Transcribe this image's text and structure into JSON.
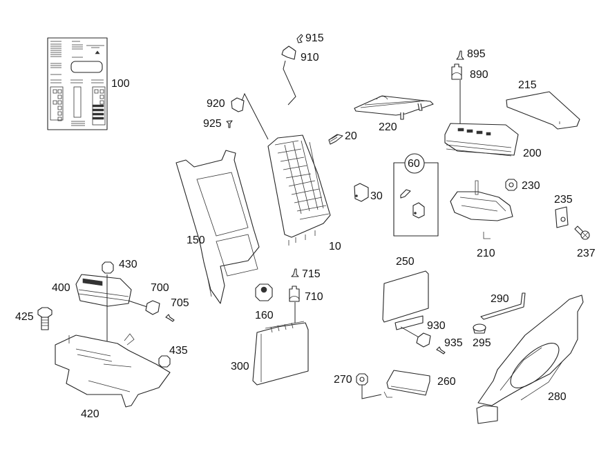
{
  "diagram": {
    "title": "Exploded parts diagram - fuse and relay box, control units and mounting brackets",
    "parts": [
      {
        "id": "p10",
        "number": "10",
        "icon": "fuse-relay-box"
      },
      {
        "id": "p20",
        "number": "20",
        "icon": "fuse"
      },
      {
        "id": "p30",
        "number": "30",
        "icon": "relay"
      },
      {
        "id": "p60",
        "number": "60",
        "icon": "fuse-relay-kit"
      },
      {
        "id": "p100",
        "number": "100",
        "icon": "fuse-allocation-chart"
      },
      {
        "id": "p150",
        "number": "150",
        "icon": "fuse-box-bracket"
      },
      {
        "id": "p160",
        "number": "160",
        "icon": "nut"
      },
      {
        "id": "p200",
        "number": "200",
        "icon": "control-unit"
      },
      {
        "id": "p210",
        "number": "210",
        "icon": "control-unit-bracket"
      },
      {
        "id": "p215",
        "number": "215",
        "icon": "cover-plate"
      },
      {
        "id": "p220",
        "number": "220",
        "icon": "holder"
      },
      {
        "id": "p230",
        "number": "230",
        "icon": "nut"
      },
      {
        "id": "p235",
        "number": "235",
        "icon": "clip-nut"
      },
      {
        "id": "p237",
        "number": "237",
        "icon": "screw"
      },
      {
        "id": "p250",
        "number": "250",
        "icon": "control-unit"
      },
      {
        "id": "p260",
        "number": "260",
        "icon": "bracket"
      },
      {
        "id": "p270",
        "number": "270",
        "icon": "nut"
      },
      {
        "id": "p280",
        "number": "280",
        "icon": "mounting-plate"
      },
      {
        "id": "p290",
        "number": "290",
        "icon": "ground-strap"
      },
      {
        "id": "p295",
        "number": "295",
        "icon": "grommet"
      },
      {
        "id": "p300",
        "number": "300",
        "icon": "control-unit"
      },
      {
        "id": "p400",
        "number": "400",
        "icon": "control-unit"
      },
      {
        "id": "p420",
        "number": "420",
        "icon": "bracket"
      },
      {
        "id": "p425",
        "number": "425",
        "icon": "bolt"
      },
      {
        "id": "p430",
        "number": "430",
        "icon": "nut"
      },
      {
        "id": "p435",
        "number": "435",
        "icon": "nut"
      },
      {
        "id": "p700",
        "number": "700",
        "icon": "connector"
      },
      {
        "id": "p705",
        "number": "705",
        "icon": "pin"
      },
      {
        "id": "p710",
        "number": "710",
        "icon": "connector"
      },
      {
        "id": "p715",
        "number": "715",
        "icon": "pin"
      },
      {
        "id": "p890",
        "number": "890",
        "icon": "connector"
      },
      {
        "id": "p895",
        "number": "895",
        "icon": "pin"
      },
      {
        "id": "p910",
        "number": "910",
        "icon": "connector"
      },
      {
        "id": "p915",
        "number": "915",
        "icon": "pin"
      },
      {
        "id": "p920",
        "number": "920",
        "icon": "connector"
      },
      {
        "id": "p925",
        "number": "925",
        "icon": "pin"
      },
      {
        "id": "p930",
        "number": "930",
        "icon": "connector"
      },
      {
        "id": "p935",
        "number": "935",
        "icon": "pin"
      }
    ],
    "labels": {
      "p10": "10",
      "p20": "20",
      "p30": "30",
      "p60": "60",
      "p100": "100",
      "p150": "150",
      "p160": "160",
      "p200": "200",
      "p210": "210",
      "p215": "215",
      "p220": "220",
      "p230": "230",
      "p235": "235",
      "p237": "237",
      "p250": "250",
      "p260": "260",
      "p270": "270",
      "p280": "280",
      "p290": "290",
      "p295": "295",
      "p300": "300",
      "p400": "400",
      "p420": "420",
      "p425": "425",
      "p430": "430",
      "p435": "435",
      "p700": "700",
      "p705": "705",
      "p710": "710",
      "p715": "715",
      "p890": "890",
      "p895": "895",
      "p910": "910",
      "p915": "915",
      "p920": "920",
      "p925": "925",
      "p930": "930",
      "p935": "935"
    }
  }
}
